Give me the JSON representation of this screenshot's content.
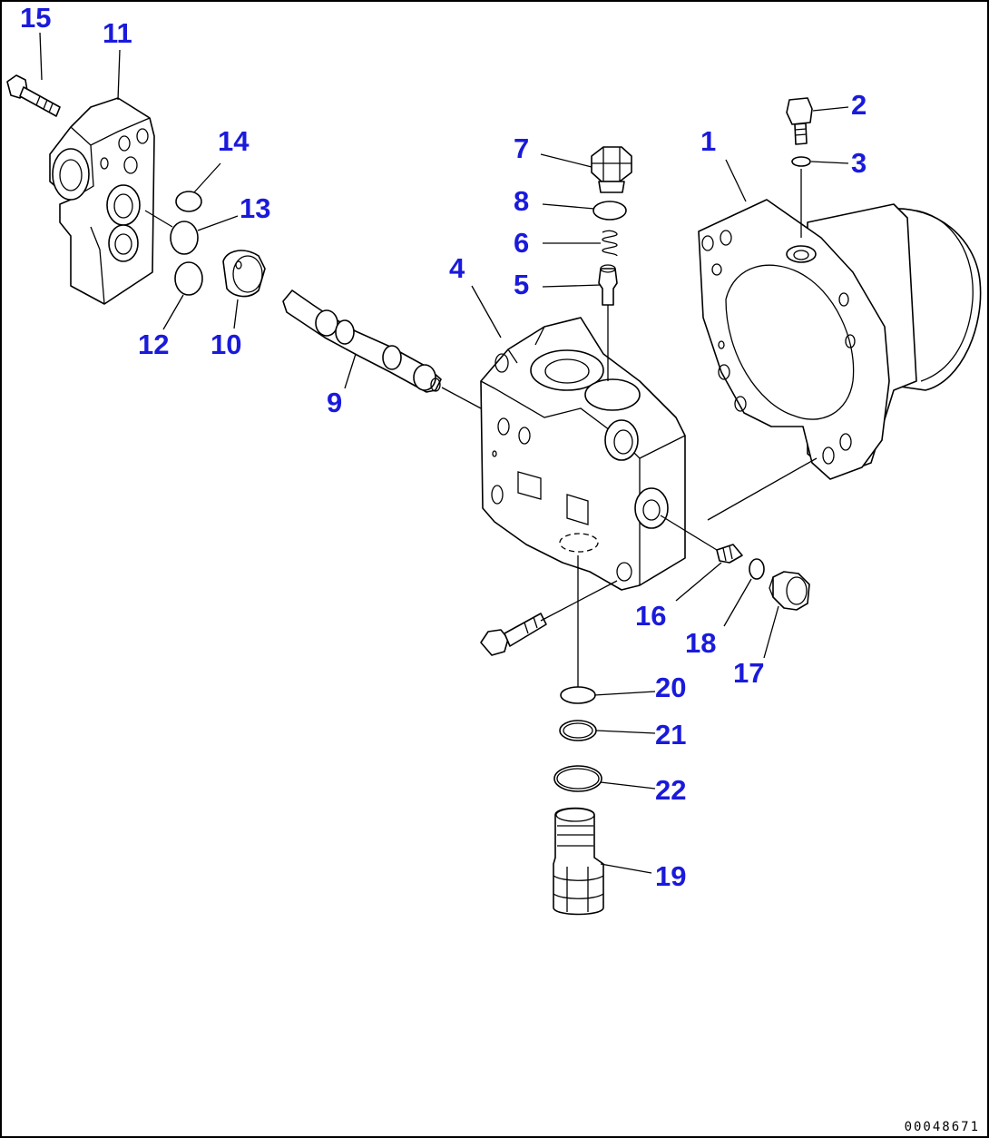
{
  "drawing_code": "00048671",
  "callouts": {
    "c1": "1",
    "c2": "2",
    "c3": "3",
    "c4": "4",
    "c5": "5",
    "c6": "6",
    "c7": "7",
    "c8": "8",
    "c9": "9",
    "c10": "10",
    "c11": "11",
    "c12": "12",
    "c13": "13",
    "c14": "14",
    "c15": "15",
    "c16": "16",
    "c17": "17",
    "c18": "18",
    "c19": "19",
    "c20": "20",
    "c21": "21",
    "c22": "22"
  },
  "colors": {
    "callout": "#1a1adc",
    "line": "#000000",
    "background": "#ffffff"
  }
}
